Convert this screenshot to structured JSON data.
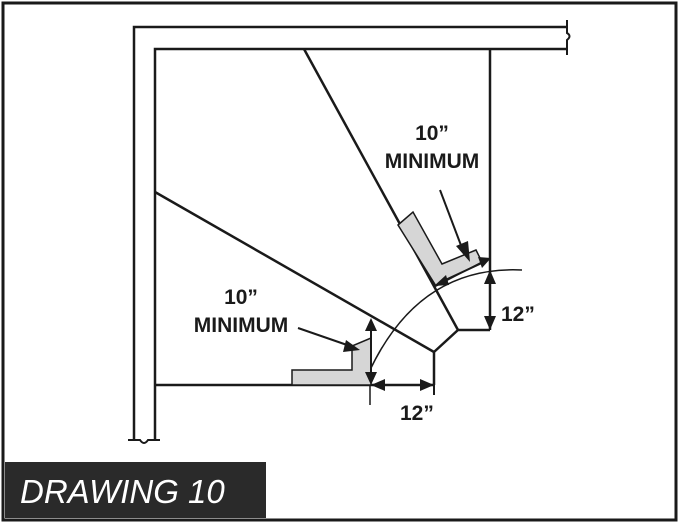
{
  "colors": {
    "ink": "#1a1a1a",
    "clearance_fill": "#d6d6d6",
    "title_bar": "#2a2a2a",
    "title_text": "#ffffff",
    "background": "#ffffff"
  },
  "labels": {
    "upper_min_value": "10”",
    "upper_min_word": "MINIMUM",
    "lower_min_value": "10”",
    "lower_min_word": "MINIMUM",
    "dim_vertical": "12”",
    "dim_horizontal": "12”"
  },
  "title": "DRAWING 10"
}
